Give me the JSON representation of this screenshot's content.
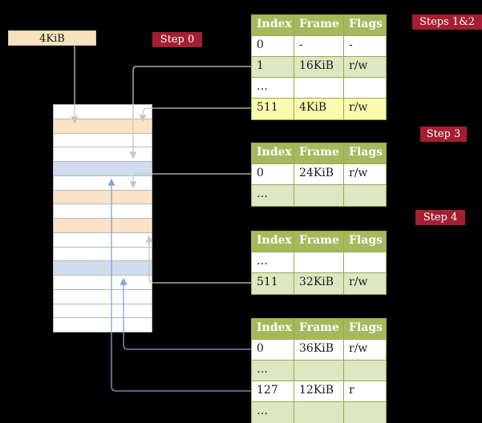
{
  "colors": {
    "background": "#000000",
    "badge_bg": "#a51e32",
    "badge_text": "#ffffff",
    "labelbox_bg": "#f6e3bb",
    "header_bg": "#a5b95c",
    "tbl_border": "#96aa49",
    "row_white": "#ffffff",
    "row_green": "#dde8c2",
    "row_yellow": "#fbfbaf",
    "mem_peach": "#fae3c6",
    "mem_blue": "#cfddee",
    "mem_border": "#b5b5b5",
    "arrow_gray": "#c6c6c6",
    "arrow_blue": "#84a3d6"
  },
  "labels": {
    "frame_size": "4KiB",
    "step0": "Step 0",
    "steps_1_2": "Steps 1&2",
    "step3": "Step 3",
    "step4": "Step 4"
  },
  "table_header": [
    "Index",
    "Frame",
    "Flags"
  ],
  "tables": [
    {
      "rows": [
        {
          "index": "0",
          "frame": "-",
          "flags": "-",
          "bg": "white"
        },
        {
          "index": "1",
          "frame": "16KiB",
          "flags": "r/w",
          "bg": "green"
        },
        {
          "index": "…",
          "frame": "",
          "flags": "",
          "bg": "white"
        },
        {
          "index": "511",
          "frame": "4KiB",
          "flags": "r/w",
          "bg": "yellow"
        }
      ]
    },
    {
      "rows": [
        {
          "index": "0",
          "frame": "24KiB",
          "flags": "r/w",
          "bg": "white"
        },
        {
          "index": "…",
          "frame": "",
          "flags": "",
          "bg": "green"
        }
      ]
    },
    {
      "rows": [
        {
          "index": "…",
          "frame": "",
          "flags": "",
          "bg": "white"
        },
        {
          "index": "511",
          "frame": "32KiB",
          "flags": "r/w",
          "bg": "green"
        }
      ]
    },
    {
      "rows": [
        {
          "index": "0",
          "frame": "36KiB",
          "flags": "r/w",
          "bg": "white"
        },
        {
          "index": "…",
          "frame": "",
          "flags": "",
          "bg": "green"
        },
        {
          "index": "127",
          "frame": "12KiB",
          "flags": "r",
          "bg": "white"
        },
        {
          "index": "…",
          "frame": "",
          "flags": "",
          "bg": "green"
        }
      ]
    }
  ],
  "memory_rows": [
    "white",
    "peach",
    "white",
    "white",
    "blue",
    "white",
    "peach",
    "white",
    "peach",
    "white",
    "white",
    "blue",
    "white",
    "white",
    "white",
    "white"
  ]
}
